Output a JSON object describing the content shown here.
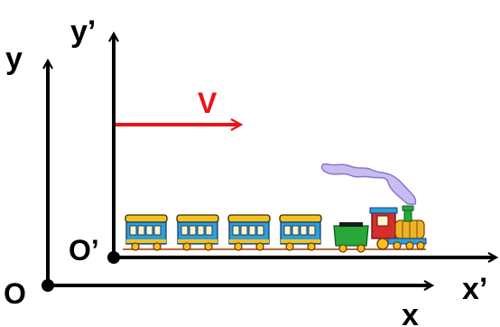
{
  "labels": {
    "y": "y",
    "y_prime": "y’",
    "x": "x",
    "x_prime": "x’",
    "origin": "O",
    "origin_prime": "O’",
    "velocity": "V"
  },
  "colors": {
    "axis": "#000000",
    "velocity": "#e8141c",
    "car_body": "#2f9fd8",
    "car_roof": "#f2c21e",
    "tender": "#27a838",
    "boiler": "#f0b322",
    "cab": "#d92c2c",
    "smoke": "#b9a6e6"
  },
  "train": {
    "cars": 4
  }
}
